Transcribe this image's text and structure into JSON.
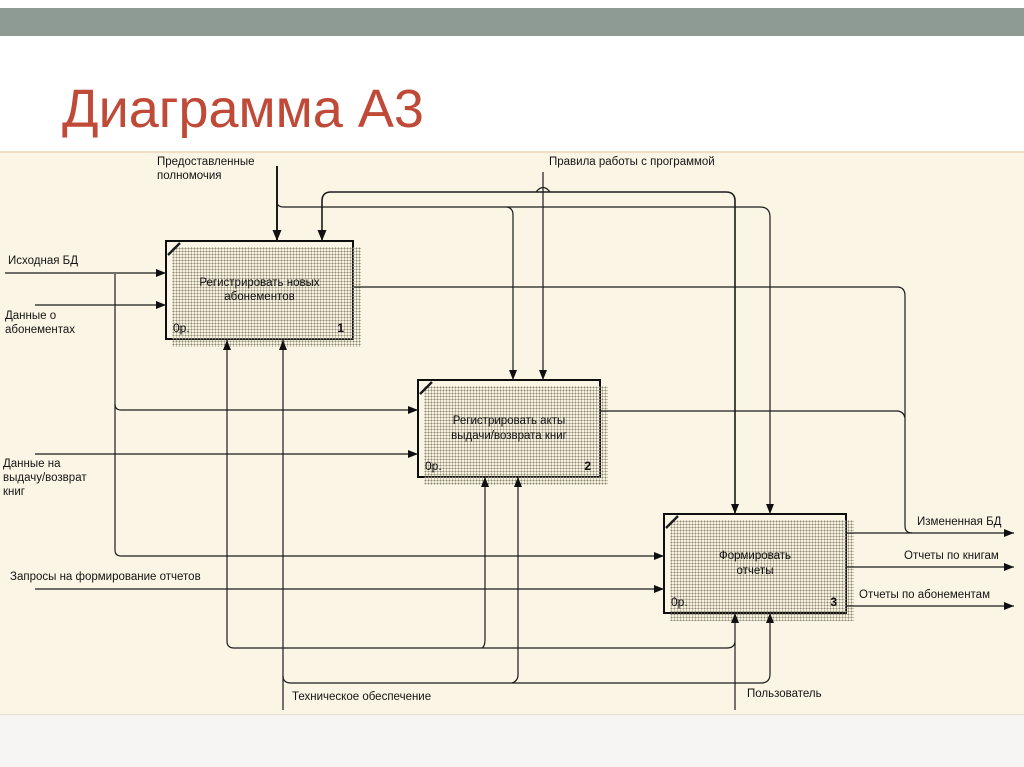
{
  "header": {
    "title": "Диаграмма А3"
  },
  "colors": {
    "header_bar": "#8d9b94",
    "title_text": "#c04a38",
    "canvas_bg": "#faf5e4",
    "line": "#1c1c1c"
  },
  "diagram": {
    "boxes": [
      {
        "title": "Регистрировать новых\nабонементов",
        "cost": "0р.",
        "num": "1"
      },
      {
        "title": "Регистрировать акты\nвыдачи/возврата книг",
        "cost": "0р.",
        "num": "2"
      },
      {
        "title": "Формировать\nотчеты",
        "cost": "0р.",
        "num": "3"
      }
    ],
    "labels": {
      "granted_authority": "Предоставленные\nполномочия",
      "program_rules": "Правила работы с программой",
      "source_db": "Исходная БД",
      "subscription_data": "Данные о\nабонементах",
      "issue_return_data": "Данные на\nвыдачу/возврат\nкниг",
      "report_requests": "Запросы на формирование отчетов",
      "technical_support": "Техническое обеспечение",
      "user": "Пользователь",
      "changed_db": "Измененная БД",
      "book_reports": "Отчеты по книгам",
      "subscription_reports": "Отчеты по абонементам"
    }
  }
}
